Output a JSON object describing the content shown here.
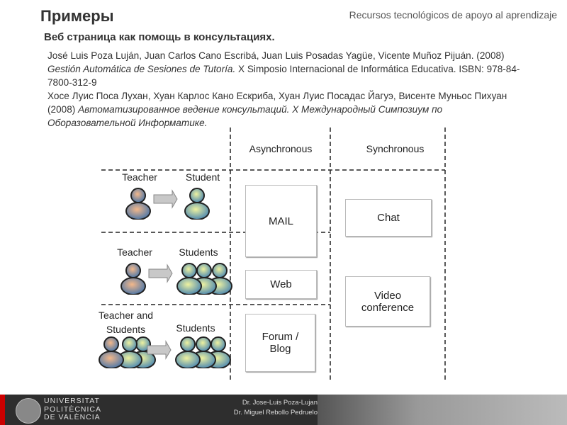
{
  "header": {
    "title": "Примеры",
    "course": "Recursos tecnológicos de apoyo al aprendizaje"
  },
  "subtitle": "Веб страница как помощь в консультациях.",
  "reference": {
    "es_authors": "José Luis Poza Luján, Juan Carlos Cano Escribá, Juan Luis Posadas Yagüe, Vicente Muñoz Pijuán. (2008) ",
    "es_title": "Gestión Automática de Sesiones de Tutoría.",
    "es_rest": " X Simposio Internacional de Informática Educativa. ISBN: 978-84-7800-312-9",
    "ru_authors": "Хосе Луис Поса Лухан, Хуан Карлос Кано Ескриба, Хуан Луис Посадас Йагуэ, Висенте Муньос Пихуан (2008) ",
    "ru_title": "Автоматизированное ведение консультаций. X Международный Симпозиум по Оборазовательной Информатике."
  },
  "diagram": {
    "col_async": "Asynchronous",
    "col_sync": "Synchronous",
    "rows": [
      {
        "from": "Teacher",
        "to": "Student"
      },
      {
        "from": "Teacher",
        "to": "Students"
      },
      {
        "from": "Teacher and Students",
        "to": "Students"
      }
    ],
    "boxes": {
      "mail": "MAIL",
      "web": "Web",
      "forum": "Forum / Blog",
      "chat": "Chat",
      "video": "Video conference"
    }
  },
  "footer": {
    "university": [
      "UNIVERSITAT",
      "POLITÈCNICA",
      "DE VALÈNCIA"
    ],
    "authors": [
      "Dr. Jose-Luis Poza-Lujan",
      "Dr. Miguel Rebollo Pedruelo"
    ]
  }
}
